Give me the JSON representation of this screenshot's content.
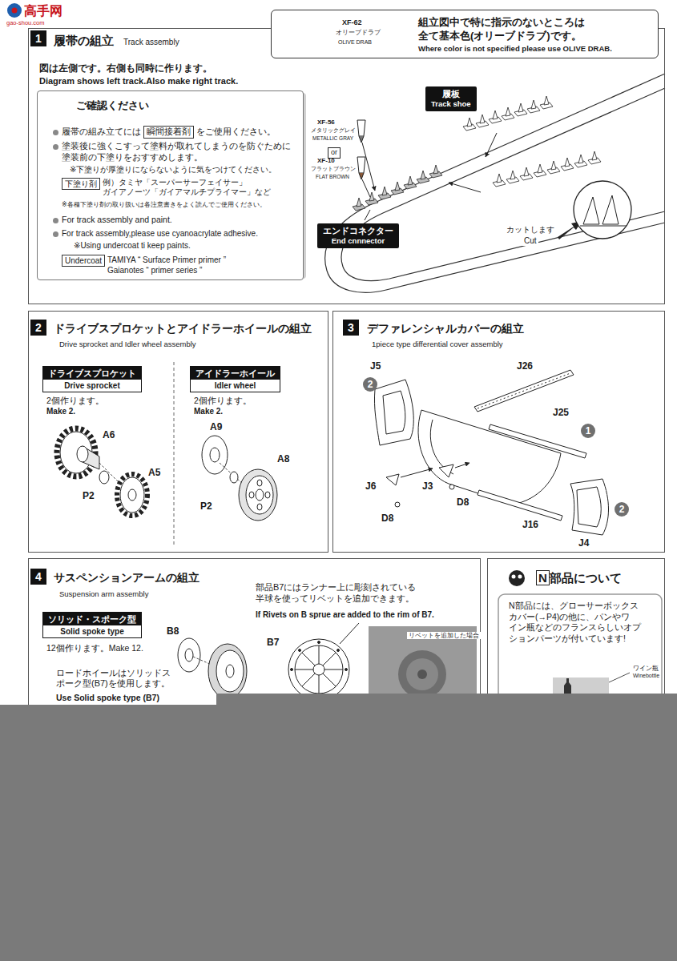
{
  "diagram": {
    "nodes": [
      {
        "text": [
          "XF-62",
          "オリーブドラブ",
          "OLIVE DRAB",
          "組立図中で特に指示のないところは 全て基本色(オリーブドラブ)です。",
          "Where color is not specified please use OLIVE DRAB."
        ]
      },
      {
        "text": [
          "1",
          "履帯の組立",
          "Track assembly",
          "図は左側です。右側も同時に作ります。",
          "Diagram shows left track.Also make right track."
        ]
      },
      {
        "text": [
          "ご確認ください",
          "履帯の組み立てには",
          "瞬間接着剤",
          "をご使用ください。",
          "塗装後に強くこすって塗料が取れてしまうのを防ぐために 塗装前の下塗りをおすすめします。",
          "※下塗りが厚塗りにならないように気をつけてください。",
          "下塗り剤",
          "例）タミヤ「スーパーサーフェイサー」 ガイアノーツ「ガイアマルチプライマー」など",
          "※各種下塗り剤の取り扱いは各注意書きをよく読んでご使用ください。",
          "For track assembly and paint.",
          "For track assembly,please use cyanoacrylate adhesive.",
          "※Using undercoat ti keep paints.",
          "Undercoat",
          "TAMIYA “ Surface Primer primer ” Gaianotes “ primer series ”"
        ],
        "in": 1
      },
      {
        "text": [
          "履板",
          "Track shoe"
        ],
        "in": 1
      },
      {
        "text": [
          "エンドコネクター",
          "End cnnnector"
        ],
        "in": 1
      },
      {
        "text": [
          "or"
        ],
        "in": 1
      },
      {
        "text": [
          "2",
          "ドライブスプロケットとアイドラーホイールの組立",
          "Drive sprocket and Idler wheel assembly"
        ]
      },
      {
        "text": [
          "ドライブスプロケット",
          "Drive sprocket"
        ],
        "in": 6
      },
      {
        "text": [
          "アイドラーホイール",
          "Idler wheel"
        ],
        "in": 6
      },
      {
        "text": [
          "3",
          "デファレンシャルカバーの組立",
          "1piece type differential cover assembly"
        ]
      },
      {
        "text": [
          "2"
        ],
        "in": 9
      },
      {
        "text": [
          "1"
        ],
        "in": 9
      },
      {
        "text": [
          "2"
        ],
        "in": 9
      },
      {
        "text": [
          "4",
          "サスペンションアームの組立",
          "Suspension arm assembly",
          "部品B7にはランナー上に彫刻されている 半球を使ってリベットを追加できます。",
          "If Rivets on B sprue are added to the rim of B7."
        ]
      },
      {
        "text": [
          "ソリッド・スポーク型",
          "Solid spoke type"
        ],
        "in": 13
      },
      {
        "text": [
          "N部品について",
          "N部品には、グローサーボックス カバー(→P4)の他に、パンやワ イン瓶などのフランスらしいオプ ションパーツが付いています!"
        ]
      }
    ],
    "labels": [
      "高手网",
      "gao-shou.com",
      "XF-56",
      "メタリックグレイ",
      "METALLIC GRAY",
      "XF-10",
      "フラットブラウン",
      "FLAT BROWN",
      "カットします",
      "Cut",
      "2個作ります。",
      "Make 2.",
      "A6",
      "P2",
      "A5",
      "2個作ります。",
      "Make 2.",
      "A9",
      "P2",
      "A8",
      "J5",
      "J26",
      "J25",
      "J6",
      "D8",
      "J3",
      "D8",
      "J16",
      "J4",
      "12個作ります。Make 12.",
      "ロードホイールはソリッドス ポーク型(B7)を使用します。",
      "Use Solid spoke type (B7)",
      "B8",
      "B7",
      "リベットを追加した場合",
      "ワイン瓶",
      "Winebottle"
    ]
  }
}
